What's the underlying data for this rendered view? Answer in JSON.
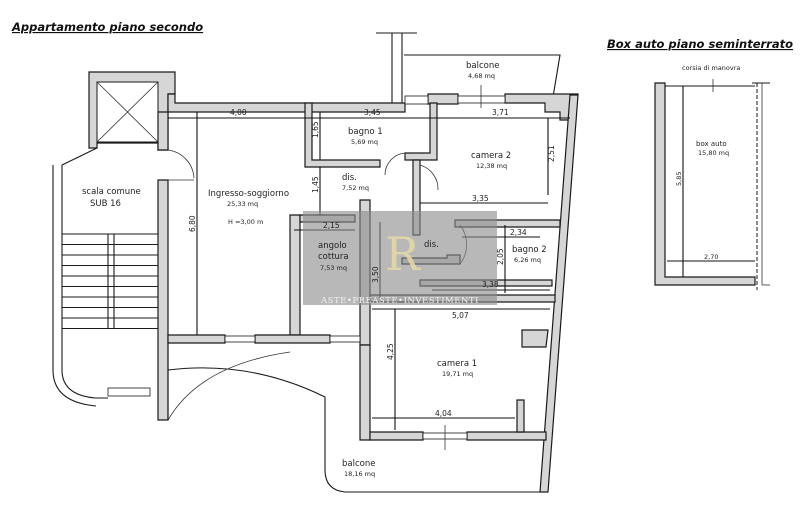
{
  "titles": {
    "apartment": "Appartamento piano secondo",
    "garage": "Box auto piano seminterrato"
  },
  "rooms": {
    "scala": {
      "name": "scala comune",
      "sub": "SUB 16"
    },
    "ingresso": {
      "name": "Ingresso-soggiorno",
      "area": "25,33 mq",
      "height": "H =3,00 m"
    },
    "bagno1": {
      "name": "bagno 1",
      "area": "5,69 mq"
    },
    "dis1": {
      "name": "dis.",
      "area": "7,52 mq"
    },
    "dis2": {
      "name": "dis."
    },
    "camera2": {
      "name": "camera 2",
      "area": "12,38 mq"
    },
    "angolo": {
      "name1": "angolo",
      "name2": "cottura",
      "area": "7,53 mq"
    },
    "bagno2": {
      "name": "bagno 2",
      "area": "6,26 mq"
    },
    "camera1": {
      "name": "camera 1",
      "area": "19,71 mq"
    },
    "balcone_top": {
      "name": "balcone",
      "area": "4,68 mq"
    },
    "balcone_bottom": {
      "name": "balcone",
      "area": "18,16 mq"
    },
    "box": {
      "name": "box auto",
      "area": "15,80 mq",
      "corridor": "corsia di manovra"
    }
  },
  "dimensions": {
    "d400": "4,00",
    "d345": "3,45",
    "d371": "3,71",
    "d165": "1,65",
    "d251": "2,51",
    "d145": "1,45",
    "d680": "6,80",
    "d215": "2,15",
    "d335": "3,35",
    "d234": "2,34",
    "d205": "2,05",
    "d350": "3,50",
    "d338": "3,38",
    "d507": "5,07",
    "d425": "4,25",
    "d404": "4,04",
    "d585": "5,85",
    "d270": "2,70"
  },
  "watermark": {
    "text": "ASTE•PREASTE•INVESTIMENTI",
    "logo": "R"
  },
  "colors": {
    "wall": "#d6d6d6",
    "line": "#1a1a1a",
    "watermark": "#8c8c8c"
  }
}
